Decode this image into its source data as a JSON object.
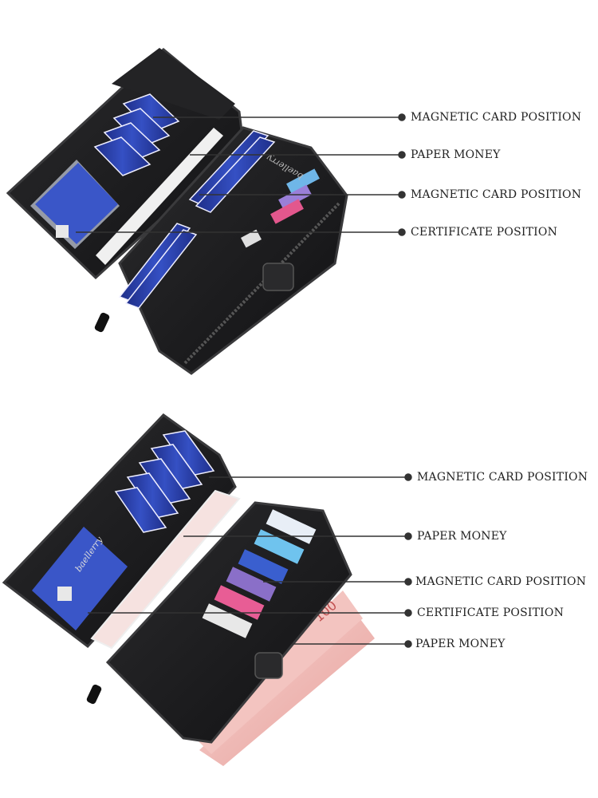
{
  "product": {
    "brand_text": "baellerry"
  },
  "colors": {
    "leather": "#1c1c1e",
    "leather_edge": "#3a3a3c",
    "card_blue": "#2a3f9e",
    "card_white": "#f4f4f6",
    "banknote": "#efb6b6",
    "callout_line": "#333333"
  },
  "top_view": {
    "callouts": [
      {
        "label": "MAGNETIC CARD POSITION"
      },
      {
        "label": "PAPER MONEY"
      },
      {
        "label": "MAGNETIC CARD POSITION"
      },
      {
        "label": "CERTIFICATE POSITION"
      }
    ]
  },
  "bottom_view": {
    "callouts": [
      {
        "label": "MAGNETIC CARD POSITION"
      },
      {
        "label": "PAPER MONEY"
      },
      {
        "label": "MAGNETIC CARD POSITION"
      },
      {
        "label": "CERTIFICATE POSITION"
      },
      {
        "label": "PAPER MONEY"
      }
    ]
  }
}
